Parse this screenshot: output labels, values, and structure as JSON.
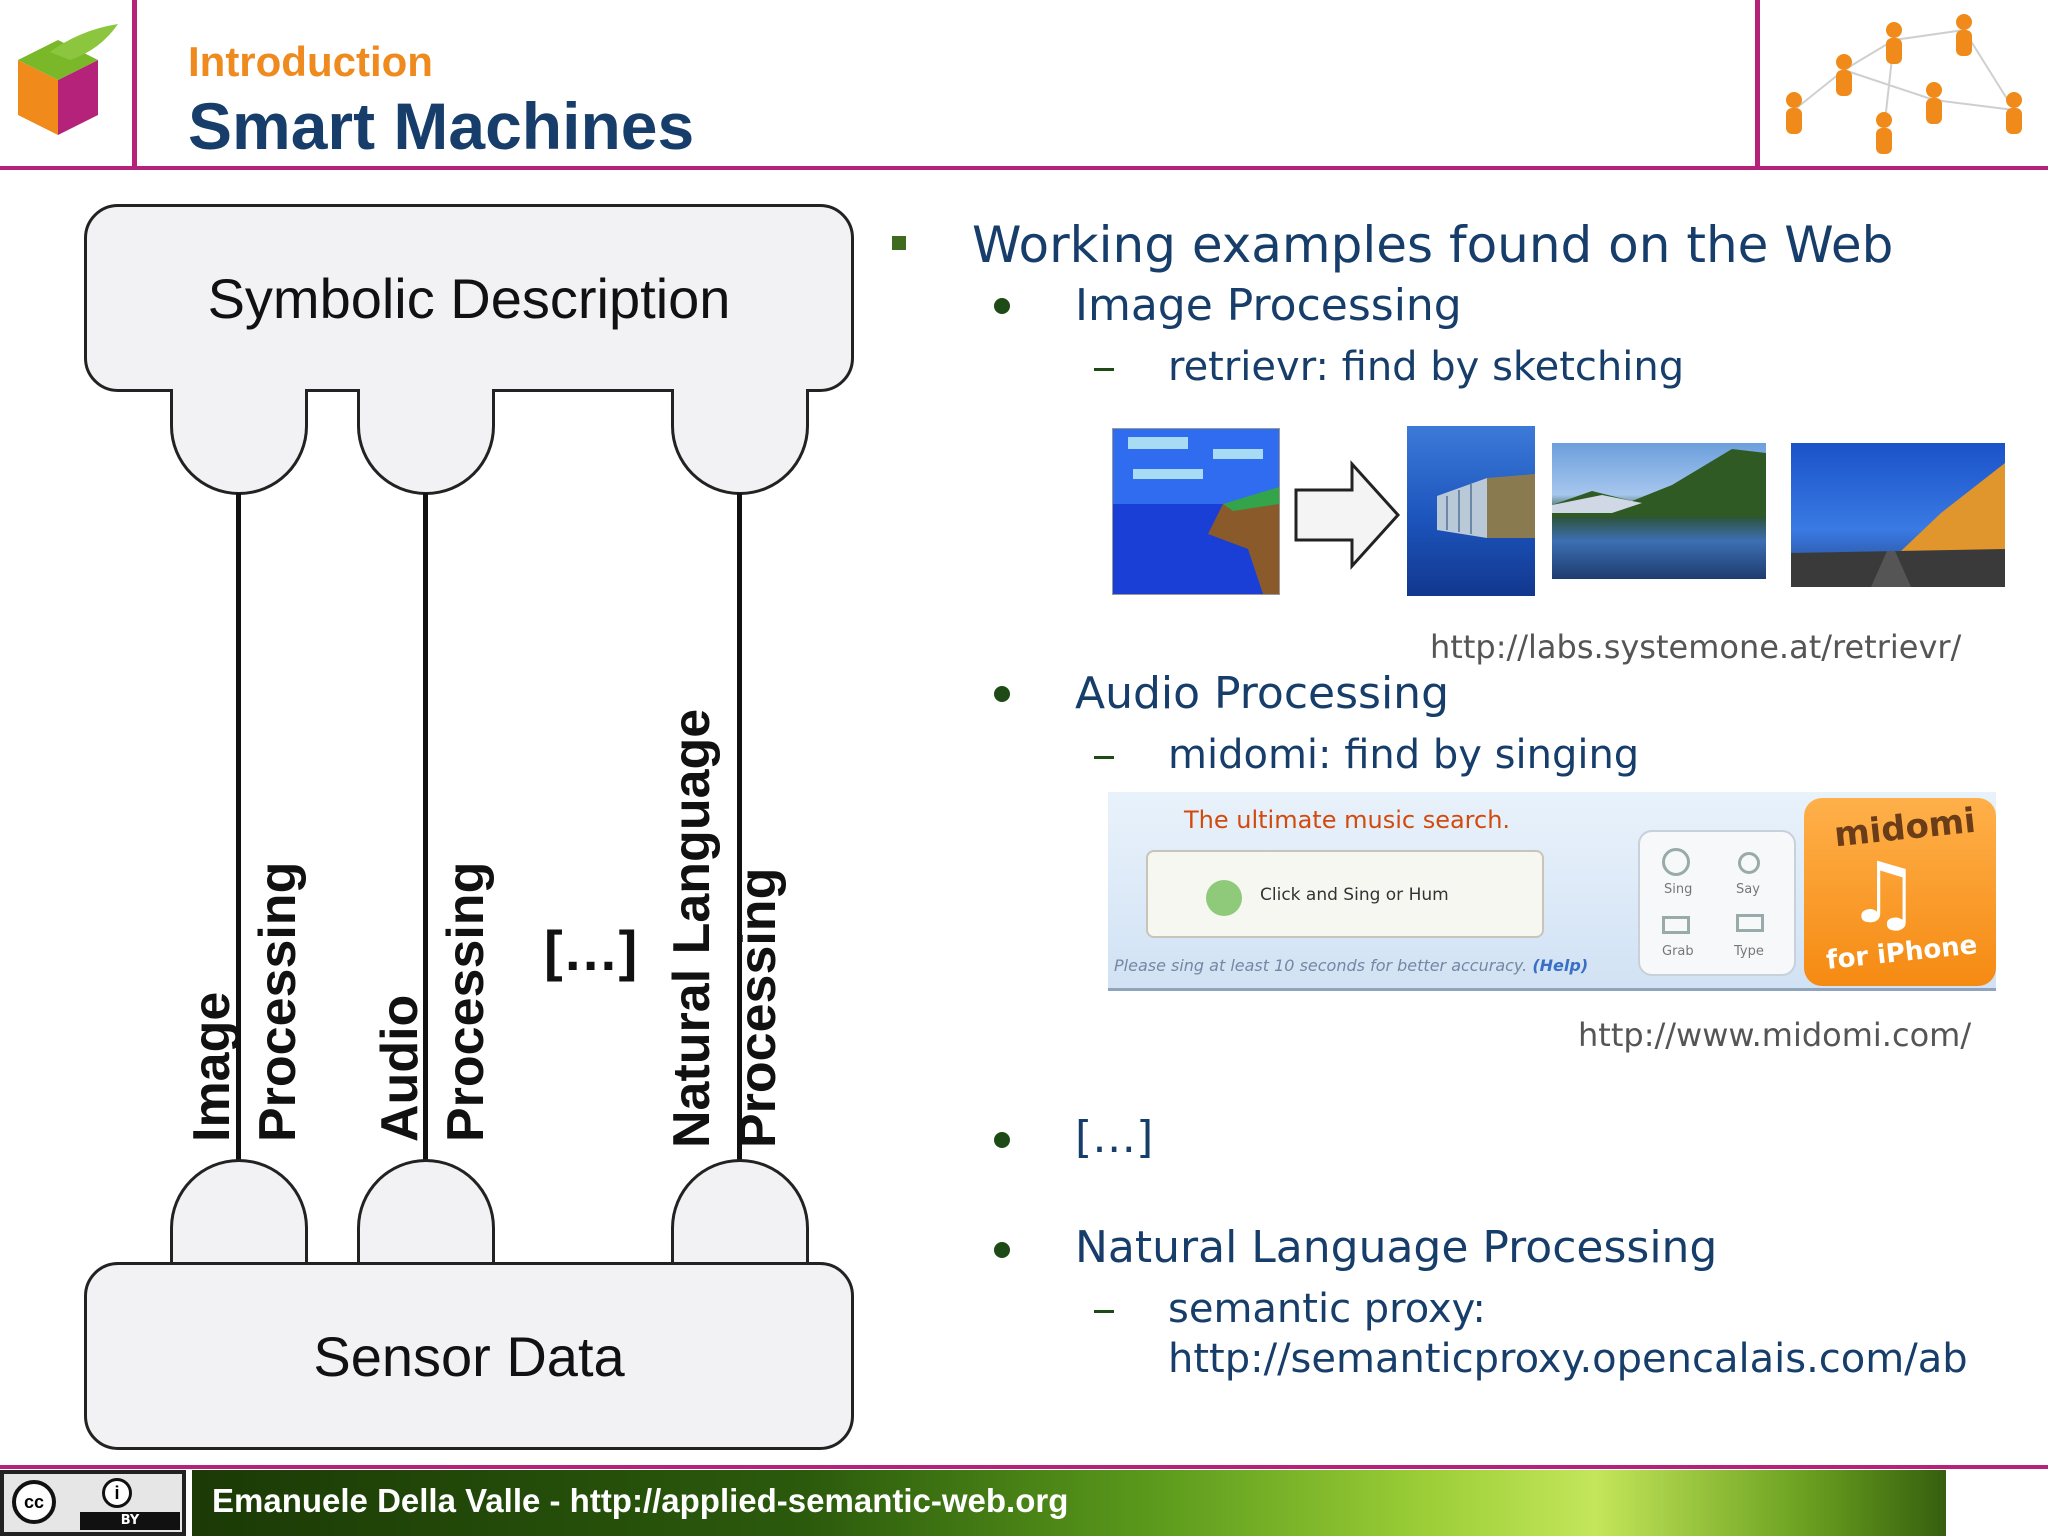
{
  "header": {
    "section": "Introduction",
    "title": "Smart Machines"
  },
  "diagram": {
    "top_box": "Symbolic Description",
    "bottom_box": "Sensor Data",
    "channels": [
      {
        "line1": "Image",
        "line2": "Processing"
      },
      {
        "line1": "Audio",
        "line2": "Processing"
      },
      {
        "line1": "Natural Language",
        "line2": "Processing"
      }
    ],
    "ellipsis": "[…]"
  },
  "content": {
    "heading": "Working examples found on the Web",
    "image_processing": {
      "label": "Image Processing",
      "example": "retrievr: find by sketching",
      "url": "http://labs.systemone.at/retrievr/"
    },
    "audio_processing": {
      "label": "Audio Processing",
      "example": "midomi: find by singing",
      "url": "http://www.midomi.com/"
    },
    "ellipsis": "[…]",
    "nlp": {
      "label": "Natural Language Processing",
      "example_line1": "semantic proxy:",
      "example_line2": "http://semanticproxy.opencalais.com/ab"
    }
  },
  "midomi_banner": {
    "tagline": "The ultimate music search.",
    "search_label": "Click and Sing or Hum",
    "note": "Please sing at least 10 seconds for better accuracy.",
    "help": "(Help)",
    "modes": [
      "Sing",
      "Say",
      "Grab",
      "Type"
    ],
    "brand": "midomi",
    "platform": "for iPhone"
  },
  "footer": {
    "credit": "Emanuele Della Valle - http://applied-semantic-web.org",
    "license_badge": "BY"
  },
  "colors": {
    "accent": "#b5227a",
    "title": "#173e6b",
    "section": "#ee8a1e"
  }
}
